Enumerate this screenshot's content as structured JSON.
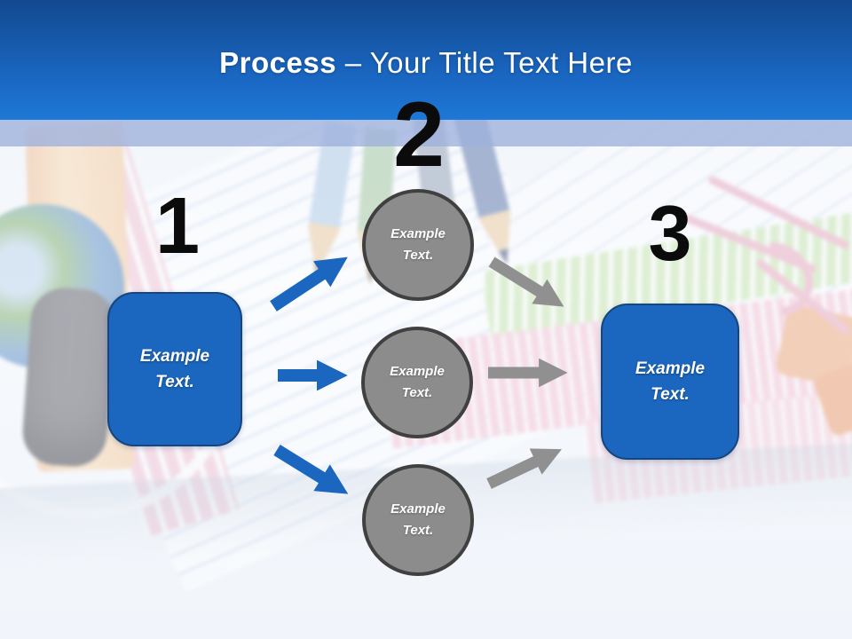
{
  "colors": {
    "banner_top": "#12498F",
    "banner_bottom": "#1E78D6",
    "strip": "#9DB1DD",
    "accent_blue": "#1B66BE",
    "box_border": "#17457E",
    "circle_fill": "#8C8C8C",
    "circle_border": "#404040",
    "arrow_gray": "#909090",
    "number_color": "#0B0B0B"
  },
  "header": {
    "title_bold": "Process",
    "title_rest": "– Your Title Text Here"
  },
  "numbers": [
    "1",
    "2",
    "3"
  ],
  "boxes": {
    "left": "Example Text.",
    "right": "Example Text."
  },
  "circles": [
    {
      "label": "Example Text."
    },
    {
      "label": "Example Text."
    },
    {
      "label": "Example Text."
    }
  ]
}
